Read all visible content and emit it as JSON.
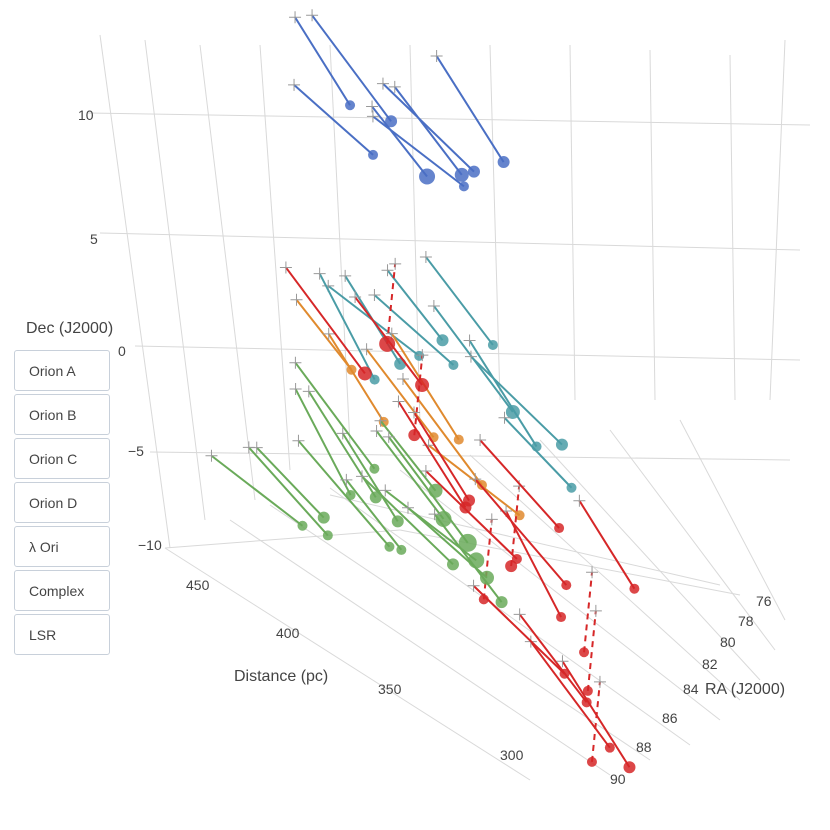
{
  "buttons": [
    "Orion A",
    "Orion B",
    "Orion C",
    "Orion D",
    "λ Ori",
    "Complex",
    "LSR"
  ],
  "axes": {
    "dec": {
      "title": "Dec (J2000)",
      "ticks": [
        "10",
        "5",
        "0",
        "−5",
        "−10"
      ]
    },
    "distance": {
      "title": "Distance (pc)",
      "ticks": [
        "450",
        "400",
        "350",
        "300"
      ]
    },
    "ra": {
      "title": "RA (J2000)",
      "ticks": [
        "76",
        "78",
        "80",
        "82",
        "84",
        "86",
        "88",
        "90"
      ]
    }
  },
  "colors": {
    "lambda_ori": "#4a6fc4",
    "orion_c": "#4a9ca6",
    "orion_d": "#e08a2e",
    "orion_b": "#d62728",
    "orion_a": "#6aaa5a",
    "error_bars": "#999999",
    "grid": "#d9d9d9"
  },
  "chart_data": {
    "type": "scatter",
    "title": "",
    "xlabel": "RA (J2000)",
    "ylabel": "Distance (pc)",
    "zlabel": "Dec (J2000)",
    "xlim": [
      75,
      91
    ],
    "ylim": [
      280,
      470
    ],
    "zlim": [
      -11,
      12
    ],
    "legend": "none",
    "series": [
      {
        "key": "lambda_ori",
        "points": [
          [
            83.6,
            410,
            10.0,
            8
          ],
          [
            84.2,
            395,
            11.0,
            7
          ],
          [
            83.9,
            420,
            12.0,
            6
          ],
          [
            84.8,
            390,
            10.8,
            5
          ],
          [
            82.9,
            440,
            11.5,
            5
          ],
          [
            84.5,
            380,
            12.5,
            6
          ],
          [
            83.2,
            430,
            9.8,
            5
          ],
          [
            85.1,
            385,
            11.8,
            6
          ]
        ]
      },
      {
        "key": "orion_c",
        "points": [
          [
            84.0,
            400,
            3.0,
            6
          ],
          [
            84.6,
            380,
            4.0,
            5
          ],
          [
            85.0,
            370,
            1.5,
            7
          ],
          [
            84.3,
            405,
            2.0,
            5
          ],
          [
            83.7,
            415,
            1.0,
            6
          ],
          [
            85.3,
            360,
            0.5,
            5
          ],
          [
            84.9,
            390,
            2.5,
            5
          ],
          [
            85.6,
            350,
            1.2,
            6
          ],
          [
            84.1,
            420,
            0.0,
            5
          ],
          [
            85.8,
            345,
            -0.5,
            5
          ]
        ]
      },
      {
        "key": "orion_d",
        "points": [
          [
            83.0,
            435,
            -0.5,
            5
          ],
          [
            84.2,
            400,
            -1.5,
            5
          ],
          [
            84.8,
            380,
            -2.5,
            5
          ],
          [
            85.2,
            365,
            -3.0,
            5
          ],
          [
            83.6,
            420,
            -2.0,
            5
          ],
          [
            84.5,
            390,
            -1.0,
            5
          ]
        ]
      },
      {
        "key": "orion_b",
        "points": [
          [
            86.5,
            400,
            3.0,
            8
          ],
          [
            87.0,
            385,
            2.0,
            7
          ],
          [
            86.0,
            410,
            1.0,
            7
          ],
          [
            85.8,
            395,
            -1.0,
            6
          ],
          [
            86.8,
            370,
            -2.5,
            6
          ],
          [
            85.5,
            380,
            -3.5,
            6
          ],
          [
            86.2,
            360,
            -5.0,
            6
          ],
          [
            87.4,
            350,
            -4.0,
            5
          ],
          [
            86.0,
            345,
            -6.5,
            5
          ],
          [
            85.2,
            375,
            -7.5,
            5
          ],
          [
            87.0,
            340,
            -2.0,
            5
          ],
          [
            88.0,
            330,
            -4.0,
            5
          ],
          [
            88.5,
            320,
            -6.5,
            5
          ],
          [
            89.0,
            315,
            -8.5,
            5
          ],
          [
            89.3,
            305,
            -10.0,
            5
          ],
          [
            86.8,
            330,
            -9.0,
            5
          ],
          [
            87.8,
            310,
            -3.0,
            5
          ],
          [
            86.2,
            320,
            -12.0,
            6
          ],
          [
            88.2,
            318,
            -11.5,
            5
          ],
          [
            85.0,
            350,
            -9.5,
            5
          ]
        ]
      },
      {
        "key": "orion_a",
        "points": [
          [
            84.0,
            400,
            -4.0,
            7
          ],
          [
            84.3,
            395,
            -5.0,
            8
          ],
          [
            84.6,
            385,
            -5.5,
            9
          ],
          [
            84.9,
            380,
            -6.0,
            8
          ],
          [
            84.2,
            410,
            -6.0,
            6
          ],
          [
            83.8,
            420,
            -5.5,
            6
          ],
          [
            85.1,
            375,
            -6.5,
            7
          ],
          [
            84.5,
            390,
            -6.8,
            6
          ],
          [
            83.5,
            430,
            -6.0,
            5
          ],
          [
            82.5,
            445,
            -8.0,
            6
          ],
          [
            83.0,
            440,
            -8.5,
            5
          ],
          [
            83.8,
            415,
            -7.5,
            5
          ],
          [
            84.7,
            405,
            -7.0,
            5
          ],
          [
            85.4,
            368,
            -7.2,
            6
          ],
          [
            83.2,
            425,
            -4.5,
            5
          ],
          [
            82.0,
            455,
            -9.0,
            5
          ]
        ]
      }
    ]
  }
}
